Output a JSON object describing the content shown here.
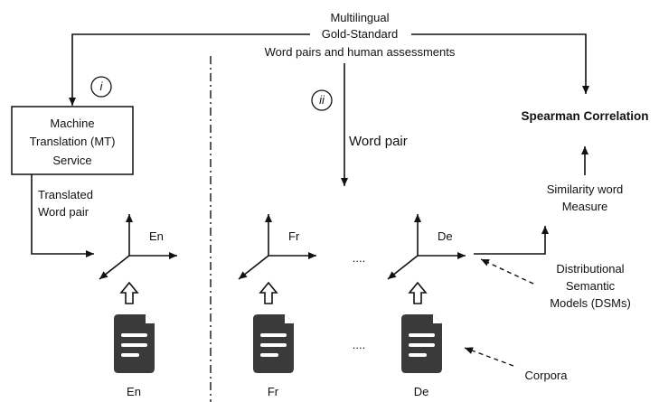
{
  "gold_standard": {
    "line1": "Multilingual",
    "line2": "Gold-Standard",
    "line3": "Word pairs and human assessments"
  },
  "steps": {
    "i": "i",
    "ii": "ii"
  },
  "mt_service": {
    "line1": "Machine",
    "line2": "Translation (MT)",
    "line3": "Service"
  },
  "translated_pair": {
    "line1": "Translated",
    "line2": "Word pair"
  },
  "word_pair": "Word pair",
  "spearman": "Spearman Correlation",
  "similarity": {
    "line1": "Similarity word",
    "line2": "Measure"
  },
  "dsm": {
    "line1": "Distributional",
    "line2": "Semantic",
    "line3": "Models (DSMs)"
  },
  "corpora": "Corpora",
  "spaces": [
    "En",
    "Fr",
    "De"
  ],
  "documents": [
    "En",
    "Fr",
    "De"
  ],
  "ellipsis": "...."
}
